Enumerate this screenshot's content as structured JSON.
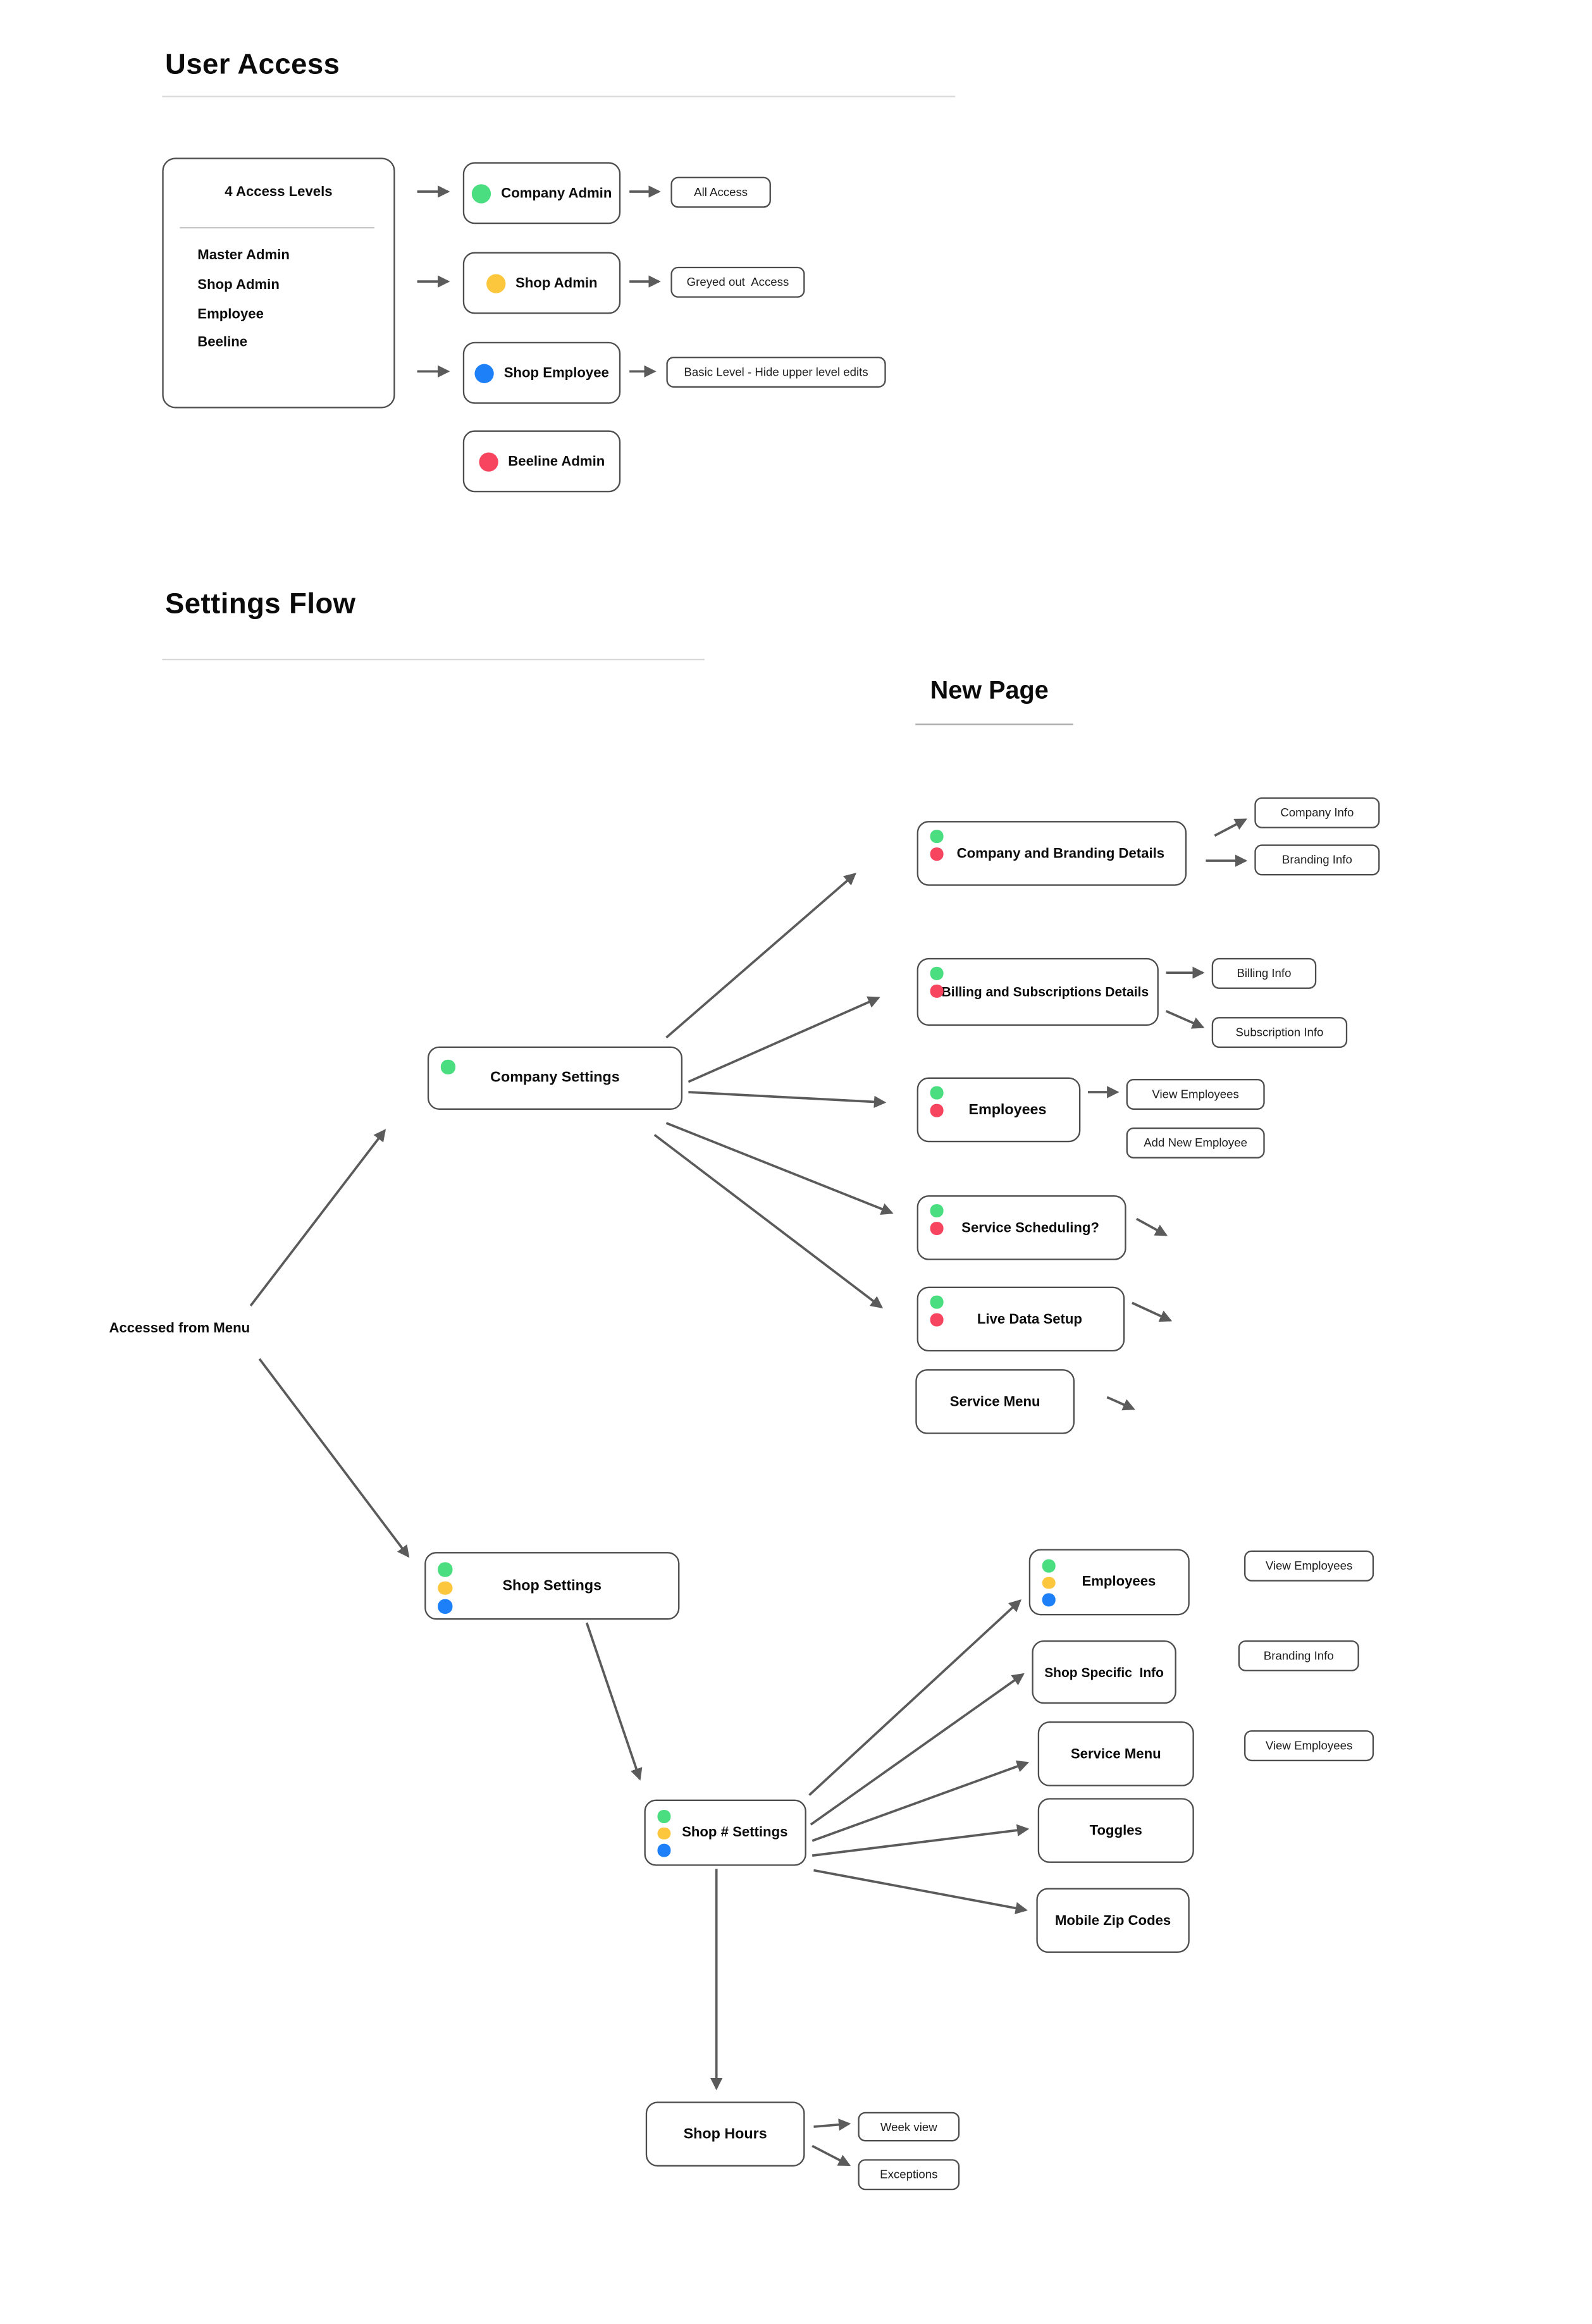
{
  "user_access": {
    "title": "User Access",
    "legend": {
      "title": "4 Access Levels",
      "items": [
        "Master Admin",
        "Shop Admin",
        "Employee",
        "Beeline"
      ]
    },
    "roles": [
      {
        "label": "Company Admin",
        "dot": "green",
        "access": "All Access"
      },
      {
        "label": "Shop Admin",
        "dot": "yellow",
        "access": "Greyed out  Access"
      },
      {
        "label": "Shop Employee",
        "dot": "blue",
        "access": "Basic Level - Hide upper level edits"
      },
      {
        "label": "Beeline Admin",
        "dot": "red",
        "access": ""
      }
    ]
  },
  "settings_flow": {
    "title": "Settings Flow",
    "new_page_heading": "New Page",
    "entry_label": "Accessed from Menu",
    "company_settings": {
      "label": "Company Settings",
      "dots": [
        "green"
      ]
    },
    "company_children": [
      {
        "label": "Company and Branding Details",
        "dots": [
          "green",
          "red"
        ],
        "targets": [
          "Company Info",
          "Branding Info"
        ]
      },
      {
        "label": "Billing and Subscriptions Details",
        "dots": [
          "green",
          "red"
        ],
        "targets": [
          "Billing Info",
          "Subscription Info"
        ]
      },
      {
        "label": "Employees",
        "dots": [
          "green",
          "red"
        ],
        "targets": [
          "View Employees",
          "Add New Employee"
        ]
      },
      {
        "label": "Service Scheduling?",
        "dots": [
          "green",
          "red"
        ],
        "targets": []
      },
      {
        "label": "Live Data Setup",
        "dots": [
          "green",
          "red"
        ],
        "targets": []
      },
      {
        "label": "Service Menu",
        "dots": [],
        "targets": []
      }
    ],
    "shop_settings": {
      "label": "Shop Settings",
      "dots": [
        "green",
        "yellow",
        "blue"
      ]
    },
    "shop_number_settings": {
      "label": "Shop # Settings",
      "dots": [
        "green",
        "yellow",
        "blue"
      ]
    },
    "shop_children": [
      {
        "label": "Employees",
        "dots": [
          "green",
          "yellow",
          "blue"
        ],
        "targets": [
          "View Employees"
        ]
      },
      {
        "label": "Shop Specific  Info",
        "dots": [],
        "targets": [
          "Branding Info"
        ]
      },
      {
        "label": "Service Menu",
        "dots": [],
        "targets": [
          "View Employees"
        ]
      },
      {
        "label": "Toggles",
        "dots": [],
        "targets": []
      },
      {
        "label": "Mobile Zip Codes",
        "dots": [],
        "targets": []
      }
    ],
    "shop_hours": {
      "label": "Shop Hours",
      "targets": [
        "Week view",
        "Exceptions"
      ]
    }
  },
  "colors": {
    "green": "#4ade80",
    "yellow": "#fcc63d",
    "blue": "#1e80f9",
    "red": "#f8455f",
    "line": "#5b5b5b",
    "border": "#4d4d4d"
  }
}
